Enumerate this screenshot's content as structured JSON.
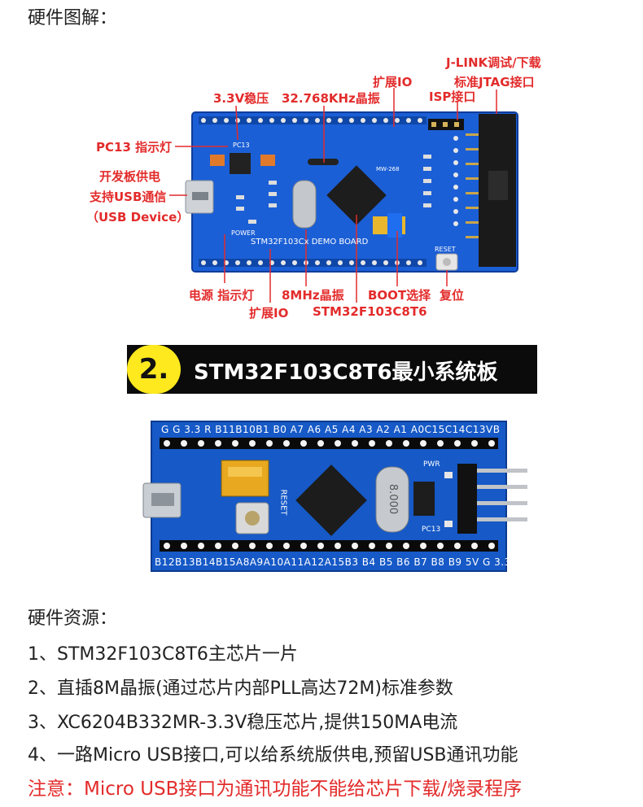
{
  "header_title": "硬件图解：",
  "top_labels": {
    "jlink_line1": "J-LINK调试/下载",
    "jlink_line2": "标准JTAG接口",
    "expand_io_top": "扩展IO",
    "isp": "ISP接口",
    "reg33": "3.3V稳压",
    "crystal32k": "32.768KHz晶振",
    "pc13": "PC13 指示灯",
    "usb_line1": "开发板供电",
    "usb_line2": "支持USB通信",
    "usb_line3": "（USB Device）",
    "power_led": "电源 指示灯",
    "expand_io_bottom": "扩展IO",
    "crystal8m": "8MHz晶振",
    "boot": "BOOT选择",
    "mcu": "STM32F103C8T6",
    "reset": "复位"
  },
  "board1": {
    "silk_title": "STM32F103Cx DEMO BOARD",
    "silk_power": "POWER",
    "silk_reset": "RESET",
    "silk_pc13": "PC13",
    "silk_chip": "MW-268"
  },
  "banner": {
    "number": "2.",
    "title": "STM32F103C8T6最小系统板"
  },
  "board2": {
    "top_pins": "G  G 3.3 R B11B10B1 B0 A7 A6 A5 A4 A3 A2 A1 A0C15C14C13VB",
    "bottom_pins": "B12B13B14B15A8A9A10A11A12A15B3 B4 B5 B6 B7 B8 B9 5V G 3.3",
    "silk_reset": "RESET",
    "silk_pwr": "PWR",
    "silk_pc13": "PC13",
    "silk_crystal": "8.000"
  },
  "resources": {
    "title": "硬件资源：",
    "items": [
      "1、STM32F103C8T6主芯片一片",
      "2、直插8M晶振(通过芯片内部PLL高达72M)标准参数",
      "3、XC6204B332MR-3.3V稳压芯片,提供150MA电流",
      "4、一路Micro USB接口,可以给系统版供电,预留USB通讯功能"
    ],
    "note": "注意：Micro USB接口为通讯功能不能给芯片下载/烧录程序"
  },
  "colors": {
    "accent_red": "#e32b2b",
    "board_blue": "#1659c7",
    "banner_yellow": "#fde91e"
  }
}
